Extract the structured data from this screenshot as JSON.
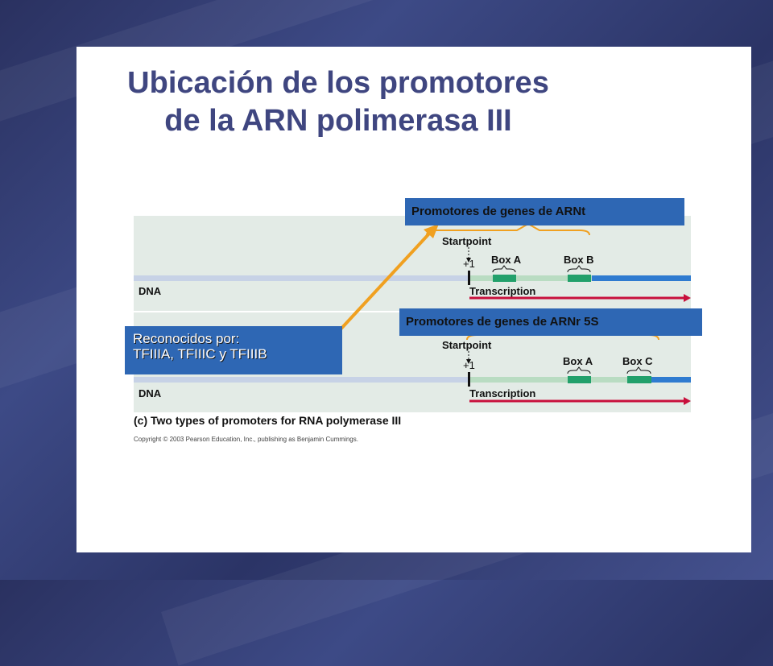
{
  "slide": {
    "title_line1": "Ubicación de los promotores",
    "title_line2": "de la ARN polimerasa III"
  },
  "callouts": {
    "trna": "Promotores de genes de ARNt",
    "rrna5s": "Promotores de genes de ARNr 5S",
    "reconocidos_line1": "Reconocidos por:",
    "reconocidos_line2": "TFIIIA, TFIIIC y TFIIIB"
  },
  "diagram": {
    "top": {
      "dna_label": "DNA",
      "startpoint": "Startpoint",
      "plus_one": "+1",
      "box_a": "Box A",
      "box_b": "Box B",
      "transcription": "Transcription"
    },
    "bottom": {
      "dna_label": "DNA",
      "startpoint": "Startpoint",
      "plus_one": "+1",
      "box_a": "Box A",
      "box_c": "Box C",
      "transcription": "Transcription"
    },
    "caption_tag": "(c)",
    "caption_text": "Two types of promoters for RNA polymerase III",
    "copyright": "Copyright © 2003 Pearson Education, Inc., publishing as Benjamin Cummings."
  },
  "colors": {
    "title": "#3f4680",
    "callout_bg": "#2e67b4",
    "arrow": "#f0a020",
    "transcription_arrow": "#c8103c",
    "box": "#22a06b",
    "dna_blue": "#2f7bd0",
    "panel_bg": "#e3ebe6"
  }
}
